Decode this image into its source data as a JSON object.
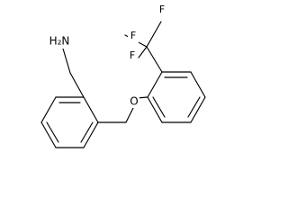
{
  "molecule": {
    "labels": {
      "amine": "H₂N",
      "ether_oxygen": "O",
      "fluorine_top": "F",
      "fluorine_left": "F",
      "fluorine_right": "F"
    }
  }
}
